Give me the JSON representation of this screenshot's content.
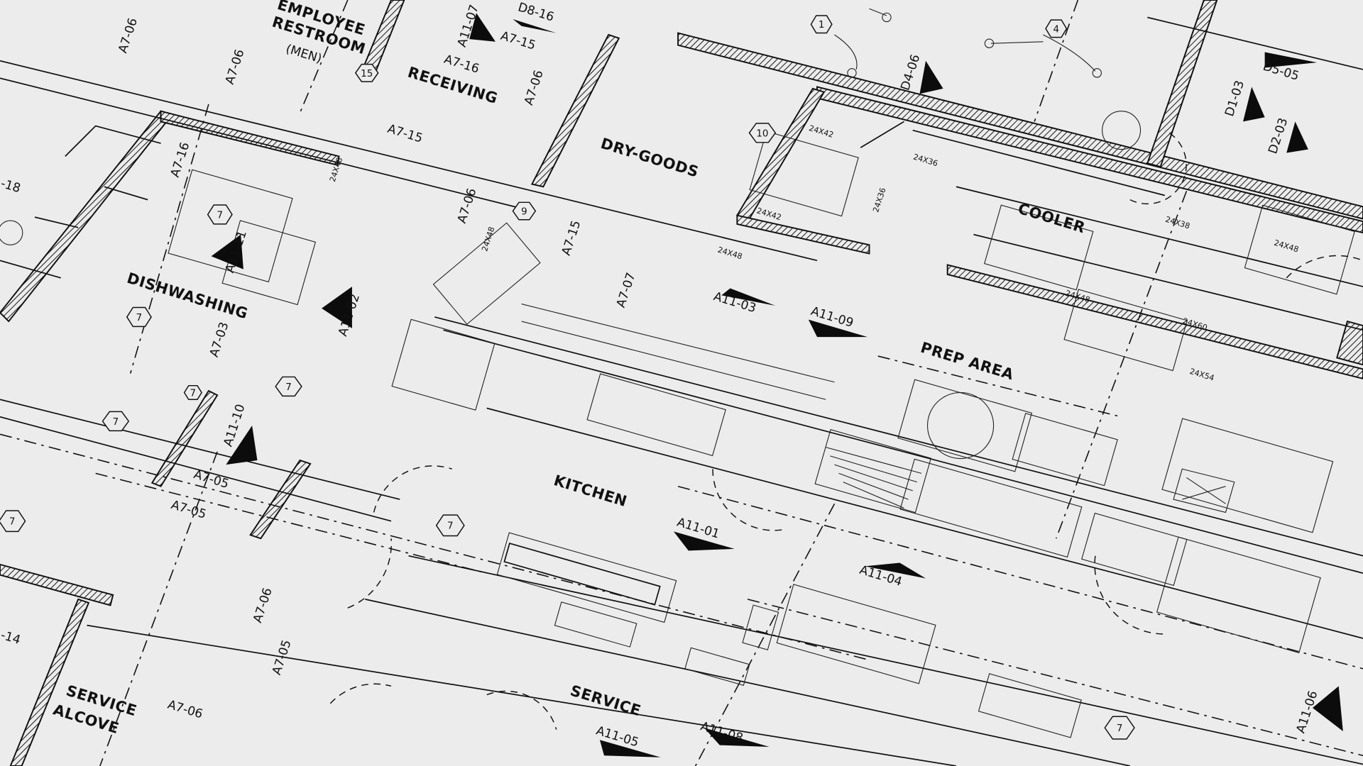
{
  "rooms": {
    "employee_restroom_1": "EMPLOYEE",
    "employee_restroom_2": "RESTROOM",
    "employee_restroom_3": "(MEN)",
    "receiving": "RECEIVING",
    "dry_goods": "DRY-GOODS",
    "cooler": "COOLER",
    "dishwashing": "DISHWASHING",
    "prep_area": "PREP AREA",
    "kitchen": "KITCHEN",
    "service": "SERVICE",
    "service_alcove_1": "SERVICE",
    "service_alcove_2": "ALCOVE"
  },
  "section_refs": [
    "A7-06",
    "A7-06",
    "A11-07",
    "D8-16",
    "A7-15",
    "A7-16",
    "A7-06",
    "A7-15",
    "D4-06",
    "D5-05",
    "D1-03",
    "D2-03",
    "A7-16",
    "A11-11",
    "A11-02",
    "A7-03",
    "A11-10",
    "A7-05",
    "A7-05",
    "A7-06",
    "A7-15",
    "A7-07",
    "A11-03",
    "A11-09",
    "A11-01",
    "A11-04",
    "A11-05",
    "A11-08",
    "A7-06",
    "A7-06",
    "A7-05",
    "A11-06",
    "-18",
    "-14"
  ],
  "tags": [
    "15",
    "10",
    "9",
    "1",
    "4",
    "7",
    "7",
    "7",
    "7",
    "7",
    "7",
    "7",
    "7"
  ],
  "sizes": [
    "24X42",
    "24X36",
    "24X42",
    "24X48",
    "24X36",
    "24X38",
    "24X48",
    "24X48",
    "24X60",
    "24X54",
    "24X48",
    "24X48"
  ],
  "colors": {
    "paper": "#ececec",
    "ink": "#111111"
  }
}
